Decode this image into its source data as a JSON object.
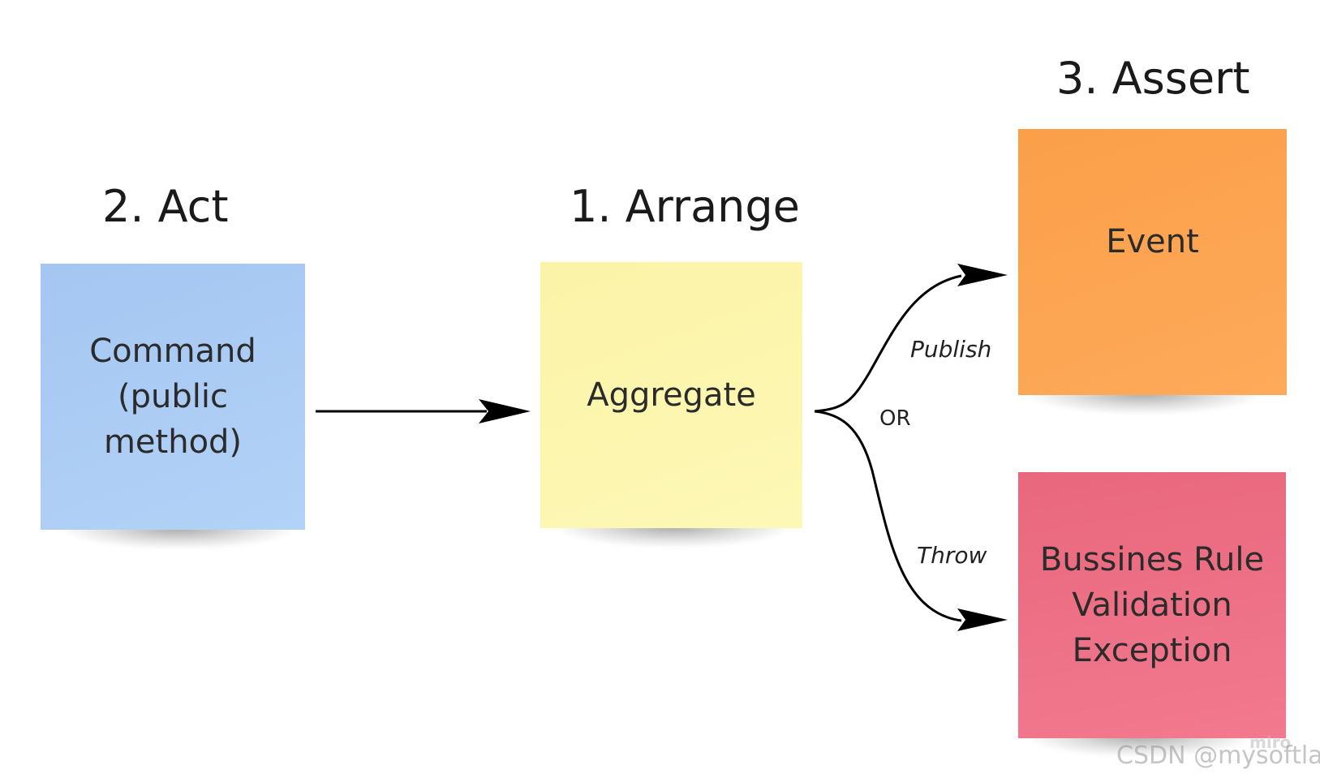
{
  "headings": {
    "act": "2. Act",
    "arrange": "1. Arrange",
    "assert": "3. Assert"
  },
  "notes": {
    "command": "Command\n(public\nmethod)",
    "aggregate": "Aggregate",
    "event": "Event",
    "exception": "Bussines Rule\nValidation\nException"
  },
  "edges": {
    "publish": "Publish",
    "or": "OR",
    "throw": "Throw"
  },
  "colors": {
    "command": "#a9cbf4",
    "aggregate": "#fcf5ad",
    "event": "#fca24f",
    "exception": "#ee7085"
  },
  "watermark": {
    "miro": "miro",
    "csdn": "CSDN @mysoftlab"
  }
}
